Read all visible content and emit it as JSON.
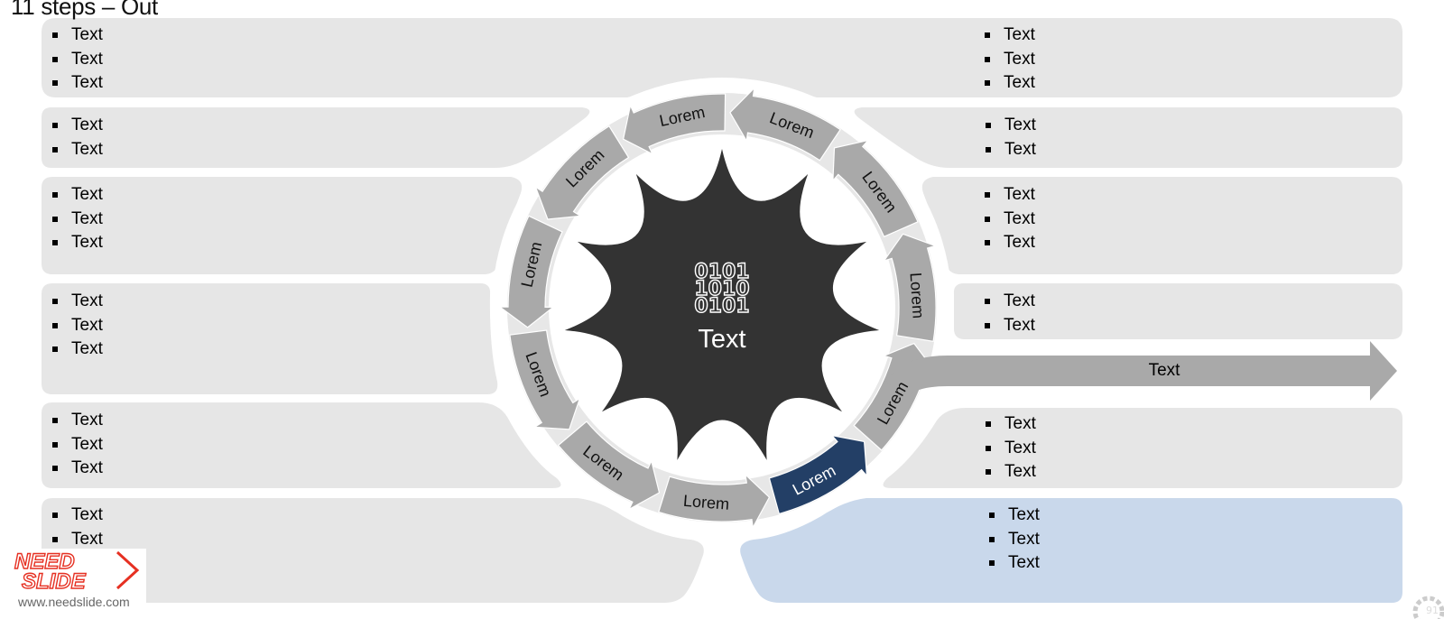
{
  "title": "11 steps – Out",
  "center": {
    "code_lines": [
      "0101",
      "1010",
      "0101"
    ],
    "label": "Text"
  },
  "ring_labels": [
    "Lorem",
    "Lorem",
    "Lorem",
    "Lorem",
    "Lorem",
    "Lorem",
    "Lorem",
    "Lorem",
    "Lorem",
    "Lorem",
    "Lorem"
  ],
  "output_label": "Text",
  "left_blocks": [
    [
      "Text",
      "Text",
      "Text"
    ],
    [
      "Text",
      "Text"
    ],
    [
      "Text",
      "Text",
      "Text"
    ],
    [
      "Text",
      "Text",
      "Text"
    ],
    [
      "Text",
      "Text",
      "Text"
    ],
    [
      "Text",
      "Text"
    ]
  ],
  "right_blocks": [
    [
      "Text",
      "Text",
      "Text"
    ],
    [
      "Text",
      "Text"
    ],
    [
      "Text",
      "Text",
      "Text"
    ],
    [
      "Text",
      "Text"
    ],
    [
      "Text",
      "Text",
      "Text"
    ],
    [
      "Text",
      "Text",
      "Text"
    ]
  ],
  "footer": {
    "website": "www.needslide.com",
    "logo_line1": "NEED",
    "logo_line2": "SLIDE",
    "page_number": "91"
  },
  "colors": {
    "panel": "#e6e6e6",
    "panel_highlight": "#c9d8eb",
    "ring_arrow": "#a9a9a9",
    "ring_arrow_active": "#233f66",
    "center_star": "#333333",
    "logo_red": "#e63022"
  }
}
